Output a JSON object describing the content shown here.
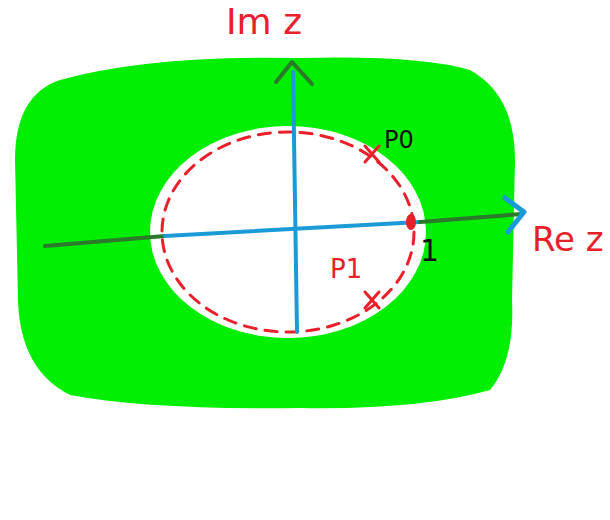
{
  "diagram": {
    "labels": [
      "Im z",
      "Re z",
      "1",
      "P0",
      "P1"
    ]
  }
}
